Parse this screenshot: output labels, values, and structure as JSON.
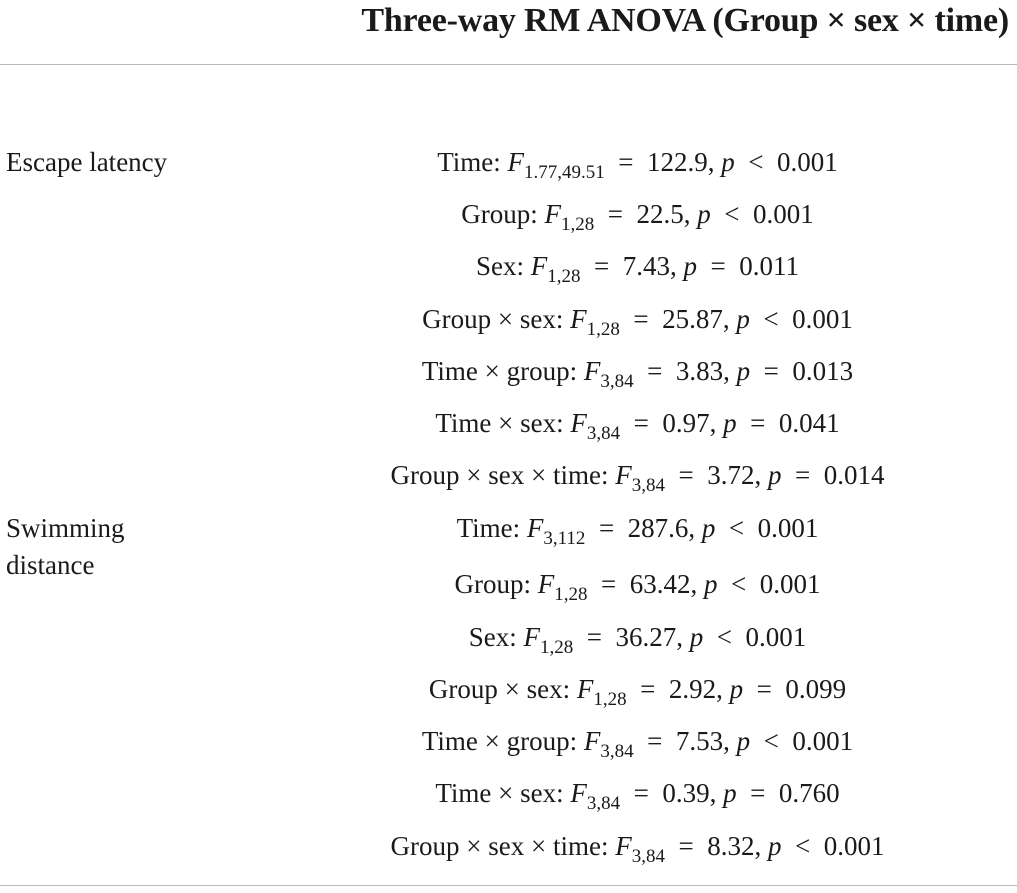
{
  "table": {
    "column_header": "Three-way RM ANOVA (Group  × sex  ×  time)",
    "groups": [
      {
        "label_lines": [
          "Escape latency"
        ],
        "rows": [
          {
            "effect": "Time:",
            "df": "1.77,49.51",
            "F": "122.9",
            "rel": "<",
            "p": "0.001"
          },
          {
            "effect": "Group:",
            "df": "1,28",
            "F": "22.5",
            "rel": "<",
            "p": "0.001"
          },
          {
            "effect": "Sex:",
            "df": "1,28",
            "F": "7.43",
            "rel": "=",
            "p": "0.011"
          },
          {
            "effect": "Group × sex:",
            "df": "1,28",
            "F": "25.87",
            "rel": "<",
            "p": "0.001"
          },
          {
            "effect": "Time × group:",
            "df": "3,84",
            "F": "3.83",
            "rel": "=",
            "p": "0.013"
          },
          {
            "effect": "Time × sex:",
            "df": "3,84",
            "F": "0.97",
            "rel": "=",
            "p": "0.041"
          },
          {
            "effect": "Group × sex ×  time:",
            "df": "3,84",
            "F": "3.72",
            "rel": "=",
            "p": "0.014"
          }
        ]
      },
      {
        "label_lines": [
          "Swimming",
          "distance"
        ],
        "rows": [
          {
            "effect": "Time:",
            "df": "3,112",
            "F": "287.6",
            "rel": "<",
            "p": "0.001"
          },
          {
            "effect": "Group:",
            "df": "1,28",
            "F": "63.42",
            "rel": "<",
            "p": "0.001"
          },
          {
            "effect": "Sex:",
            "df": "1,28",
            "F": "36.27",
            "rel": "<",
            "p": "0.001"
          },
          {
            "effect": "Group × sex:",
            "df": "1,28",
            "F": "2.92",
            "rel": "=",
            "p": "0.099"
          },
          {
            "effect": "Time × group:",
            "df": "3,84",
            "F": "7.53",
            "rel": "<",
            "p": "0.001"
          },
          {
            "effect": "Time × sex:",
            "df": "3,84",
            "F": "0.39",
            "rel": "=",
            "p": "0.760"
          },
          {
            "effect": "Group × sex × time:",
            "df": "3,84",
            "F": "8.32",
            "rel": "<",
            "p": "0.001"
          }
        ]
      }
    ]
  }
}
